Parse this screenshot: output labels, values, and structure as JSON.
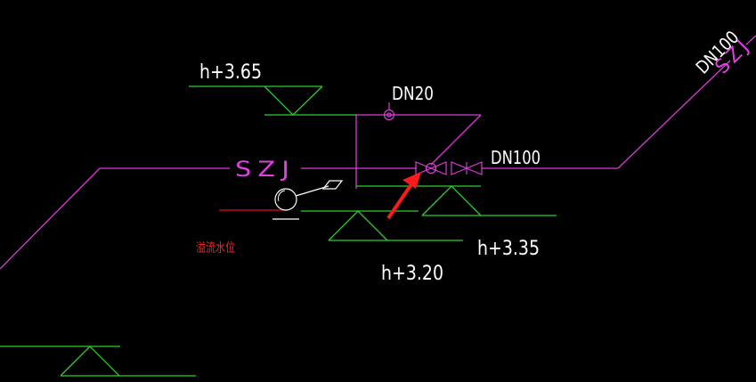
{
  "colors": {
    "background": "#000000",
    "pipe": "#d63cd6",
    "level_line": "#2ecc2e",
    "text": "#ffffff",
    "arrow": "#ff1a1a",
    "overflow_line": "#e01010"
  },
  "labels": {
    "level_365": "h+3.65",
    "level_335": "h+3.35",
    "level_320": "h+3.20",
    "dn20": "DN20",
    "dn100_mid": "DN100",
    "dn100_diag": "DN100",
    "szj_main": "SZJ",
    "szj_diag": "SZJ",
    "overflow_note": "溢流水位"
  },
  "icons": [
    "gate-valve-icon",
    "gate-valve-icon",
    "float-ball-valve-icon",
    "small-valve-icon",
    "pointer-arrow-icon"
  ]
}
